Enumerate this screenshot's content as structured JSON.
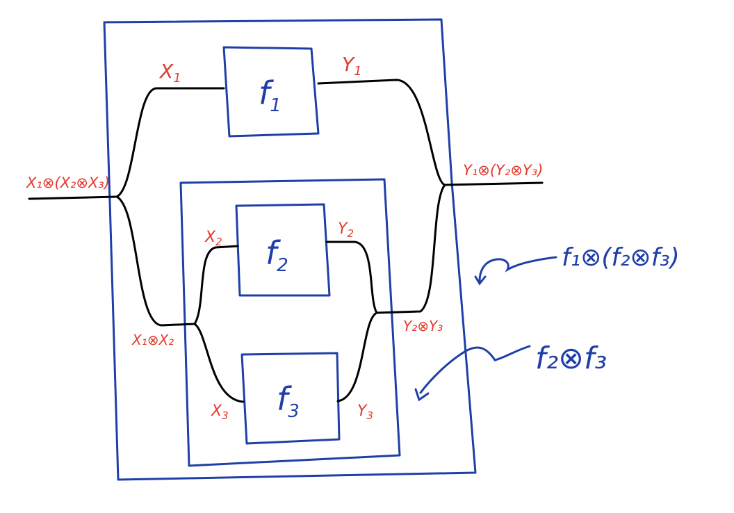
{
  "colors": {
    "wire": "#000000",
    "box": "#1f3fa8",
    "object_label": "#e03a2c",
    "morphism_label": "#1f3fa8"
  },
  "morphisms": {
    "f1": {
      "base": "f",
      "sub": "1"
    },
    "f2": {
      "base": "f",
      "sub": "2"
    },
    "f3": {
      "base": "f",
      "sub": "3"
    }
  },
  "objects": {
    "x1": {
      "base": "X",
      "sub": "1"
    },
    "y1": {
      "base": "Y",
      "sub": "1"
    },
    "x2": {
      "base": "X",
      "sub": "2"
    },
    "y2": {
      "base": "Y",
      "sub": "2"
    },
    "x3": {
      "base": "X",
      "sub": "3"
    },
    "y3": {
      "base": "Y",
      "sub": "3"
    },
    "input_total": "X₁⊗(X₂⊗X₃)",
    "output_total": "Y₁⊗(Y₂⊗Y₃)",
    "inner_input": "X₁⊗X₂",
    "inner_output": "Y₂⊗Y₃"
  },
  "annotations": {
    "outer_box": "f₁⊗(f₂⊗f₃)",
    "inner_box": "f₂⊗f₃"
  }
}
